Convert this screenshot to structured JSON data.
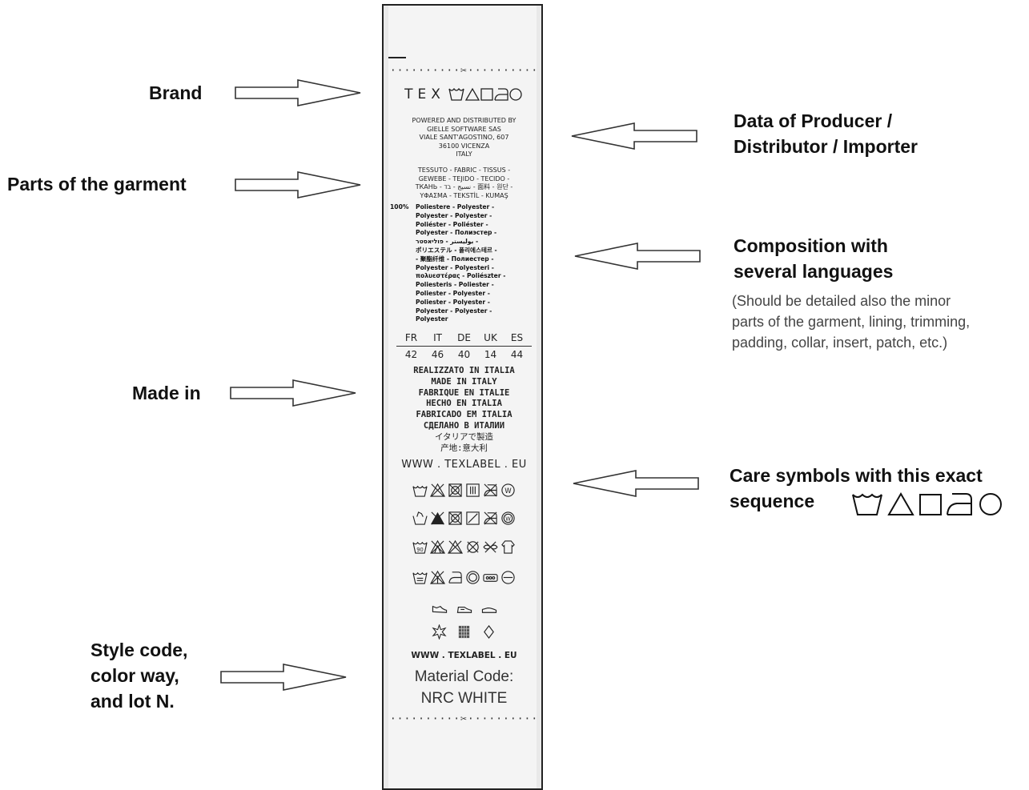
{
  "callouts": {
    "brand": "Brand",
    "parts": "Parts of the garment",
    "made_in": "Made in",
    "style_line1": "Style code,",
    "style_line2": "color way,",
    "style_line3": "and lot N.",
    "producer_line1": "Data of Producer /",
    "producer_line2": "Distributor / Importer",
    "composition_line1": "Composition with",
    "composition_line2": "several languages",
    "composition_note_line1": "(Should be detailed also the minor",
    "composition_note_line2": "parts of the garment, lining, trimming,",
    "composition_note_line3": "padding, collar, insert, patch, etc.)",
    "care_line1": "Care symbols with this exact",
    "care_line2": "sequence"
  },
  "care_sequence_icons": [
    "washtub-icon",
    "triangle-bleach-icon",
    "square-dry-icon",
    "iron-icon",
    "circle-dryclean-icon"
  ],
  "label": {
    "cut_mark": "··········✂··········",
    "brand": "TEX",
    "producer_lines": [
      "POWERED AND DISTRIBUTED BY",
      "GIELLE SOFTWARE SAS",
      "VIALE SANT'AGOSTINO, 607",
      "36100 VICENZA",
      "ITALY"
    ],
    "fabric_lines": [
      "TESSUTO - FABRIC - TISSUS -",
      "GEWEBE - TEJIDO - TECIDO -",
      "ТКАНЬ - نسيج - בד - 面料 - 원단 -",
      "ΥΦΑΣΜΑ - TEKSTİL - KUMAŞ"
    ],
    "composition_percent": "100%",
    "composition_lines": [
      "Poliestere - Polyester -",
      "Polyester - Polyester -",
      "Poliéster - Poliéster -",
      "Polyester - Полиэстер -",
      "بوليستر - פוליאסטר -",
      "ポリエステル - 폴리에스테르 -",
      "- 聚酯纤维 - Полиестер -",
      "Polyester - Polyesteri -",
      "πολυεστέρας - Poliészter -",
      "Poliesteris - Poliester -",
      "Poliester - Polyester -",
      "Poliester - Polyester -",
      "Polyester - Polyester -",
      "Polyester"
    ],
    "size_labels": [
      "FR",
      "IT",
      "DE",
      "UK",
      "ES"
    ],
    "size_values": [
      "42",
      "46",
      "40",
      "14",
      "44"
    ],
    "made_in_lines": [
      "REALIZZATO IN ITALIA",
      "MADE IN ITALY",
      "FABRIQUE EN ITALIE",
      "HECHO EN ITALIA",
      "FABRICADO EM ITALIA",
      "СДЕЛАНО В ИТАЛИИ",
      "イタリアで製造",
      "产地:意大利"
    ],
    "website_1": "WWW . TEXLABEL . EU",
    "website_2": "WWW . TEXLABEL . EU",
    "material_code_label": "Material Code:",
    "material_code_value": "NRC WHITE"
  }
}
